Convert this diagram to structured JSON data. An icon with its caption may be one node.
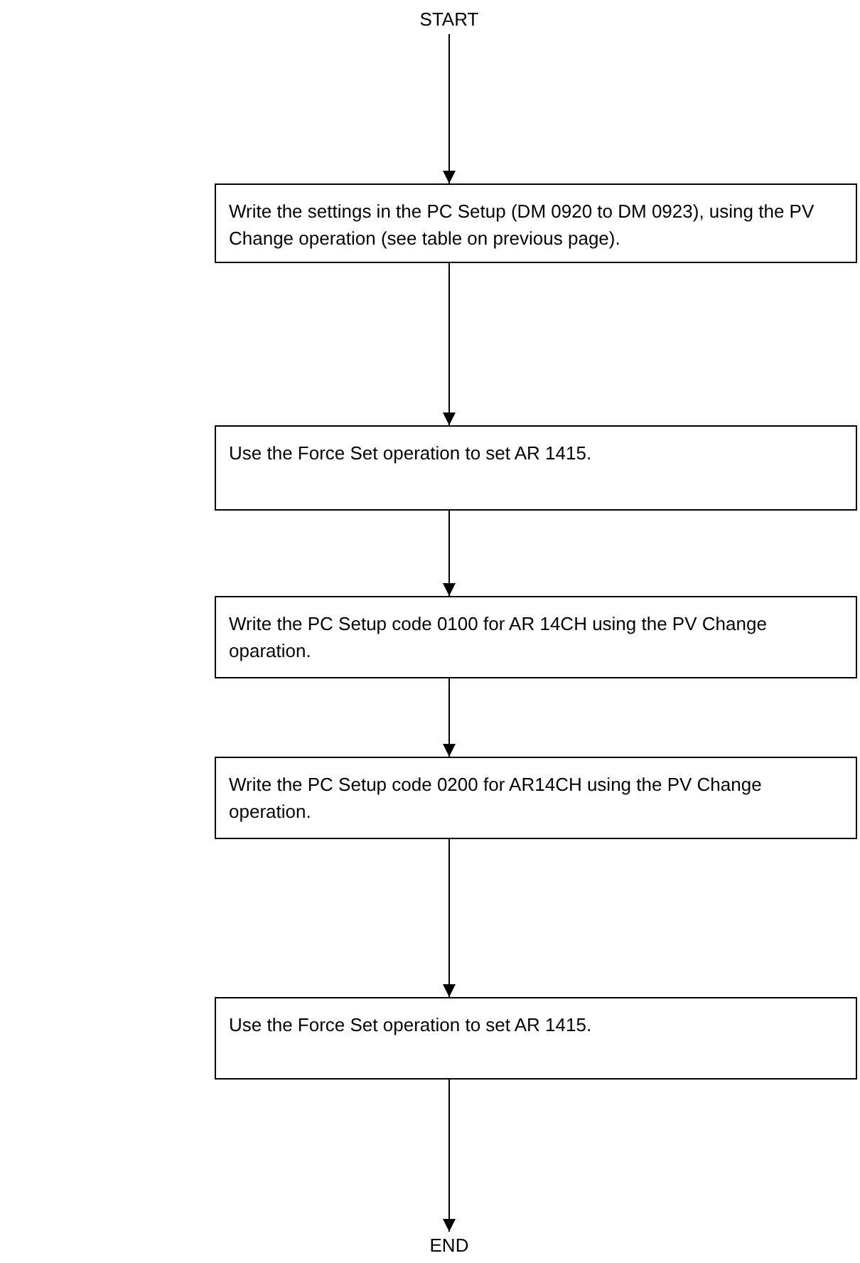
{
  "diagram": {
    "nodes": [
      {
        "text": [
          "START"
        ]
      },
      {
        "text": [
          "Write the settings in the PC Setup (DM 0920 to DM 0923), using the PV Change operation (see table on previous page)."
        ]
      },
      {
        "text": [
          "Use the Force Set operation to set AR 1415."
        ]
      },
      {
        "text": [
          "Write the PC Setup code 0100 for AR 14CH using the PV Change oparation."
        ]
      },
      {
        "text": [
          "Write the PC Setup code 0200 for AR14CH using the PV Change operation."
        ]
      },
      {
        "text": [
          "Use the Force Set operation to set AR 1415."
        ]
      },
      {
        "text": [
          "END"
        ]
      }
    ],
    "edges": [
      {
        "from": 0,
        "to": 1,
        "arrow": "to"
      },
      {
        "from": 1,
        "to": 2,
        "arrow": "to"
      },
      {
        "from": 2,
        "to": 3,
        "arrow": "to"
      },
      {
        "from": 3,
        "to": 4,
        "arrow": "to"
      },
      {
        "from": 4,
        "to": 5,
        "arrow": "to"
      },
      {
        "from": 5,
        "to": 6,
        "arrow": "to"
      }
    ]
  }
}
